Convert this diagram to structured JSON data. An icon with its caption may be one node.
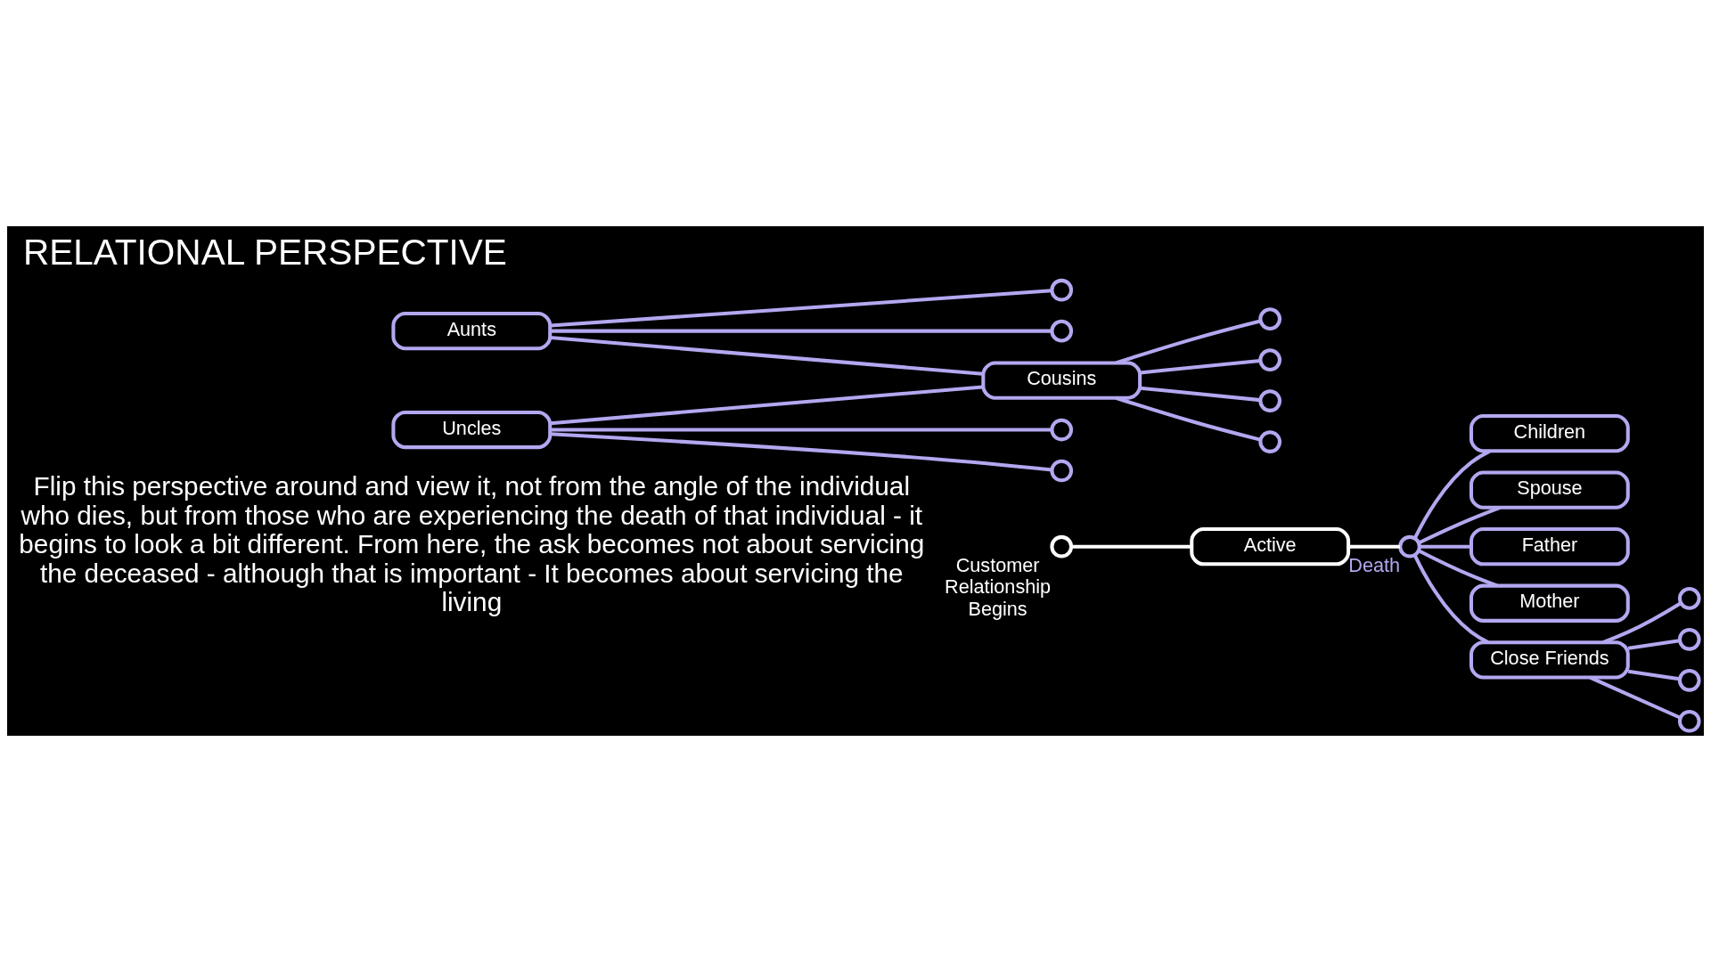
{
  "diagram": {
    "title": "RELATIONAL PERSPECTIVE",
    "nodes": [
      {
        "text": [],
        "shape": "circle",
        "beside": [
          "Customer Relationship Begins"
        ]
      },
      {
        "text": [
          "Active"
        ]
      },
      {
        "text": [],
        "shape": "circle",
        "beside": [
          "Death"
        ]
      },
      {
        "text": [
          "Children"
        ]
      },
      {
        "text": [
          "Spouse"
        ]
      },
      {
        "text": [
          "Father"
        ]
      },
      {
        "text": [
          "Mother"
        ]
      },
      {
        "text": [
          "Close Friends"
        ]
      },
      {
        "text": [
          "Aunts"
        ]
      },
      {
        "text": [
          "Uncles"
        ]
      },
      {
        "text": [
          "Cousins"
        ]
      },
      {
        "text": [],
        "shape": "circle"
      },
      {
        "text": [],
        "shape": "circle"
      },
      {
        "text": [],
        "shape": "circle"
      },
      {
        "text": [],
        "shape": "circle"
      },
      {
        "text": [],
        "shape": "circle"
      },
      {
        "text": [],
        "shape": "circle"
      },
      {
        "text": [],
        "shape": "circle"
      },
      {
        "text": [],
        "shape": "circle"
      },
      {
        "text": [],
        "shape": "circle"
      },
      {
        "text": [],
        "shape": "circle"
      },
      {
        "text": [],
        "shape": "circle"
      },
      {
        "text": [],
        "shape": "circle"
      }
    ],
    "edges": [
      {
        "from": 0,
        "to": 1,
        "arrow": "none",
        "color": "#ffffff"
      },
      {
        "from": 1,
        "to": 2,
        "arrow": "none",
        "color": "#ffffff"
      },
      {
        "from": 2,
        "to": 3,
        "arrow": "none"
      },
      {
        "from": 2,
        "to": 4,
        "arrow": "none"
      },
      {
        "from": 2,
        "to": 5,
        "arrow": "none"
      },
      {
        "from": 2,
        "to": 6,
        "arrow": "none"
      },
      {
        "from": 2,
        "to": 7,
        "arrow": "none"
      },
      {
        "from": 8,
        "to": 10,
        "arrow": "none"
      },
      {
        "from": 9,
        "to": 10,
        "arrow": "none"
      },
      {
        "from": 8,
        "to": 11,
        "arrow": "none"
      },
      {
        "from": 8,
        "to": 12,
        "arrow": "none"
      },
      {
        "from": 9,
        "to": 13,
        "arrow": "none"
      },
      {
        "from": 9,
        "to": 14,
        "arrow": "none"
      },
      {
        "from": 10,
        "to": 15,
        "arrow": "none"
      },
      {
        "from": 10,
        "to": 16,
        "arrow": "none"
      },
      {
        "from": 10,
        "to": 17,
        "arrow": "none"
      },
      {
        "from": 10,
        "to": 18,
        "arrow": "none"
      },
      {
        "from": 7,
        "to": 19,
        "arrow": "none"
      },
      {
        "from": 7,
        "to": 20,
        "arrow": "none"
      },
      {
        "from": 7,
        "to": 21,
        "arrow": "none"
      },
      {
        "from": 7,
        "to": 22,
        "arrow": "none"
      }
    ],
    "labels": [
      "Flip this perspective around and view it, not from the angle of the individual who dies, but from those who are experiencing the death of that individual - it begins to look a bit different. From here, the ask becomes not about servicing the deceased - although that is important - It becomes about servicing the living"
    ]
  }
}
